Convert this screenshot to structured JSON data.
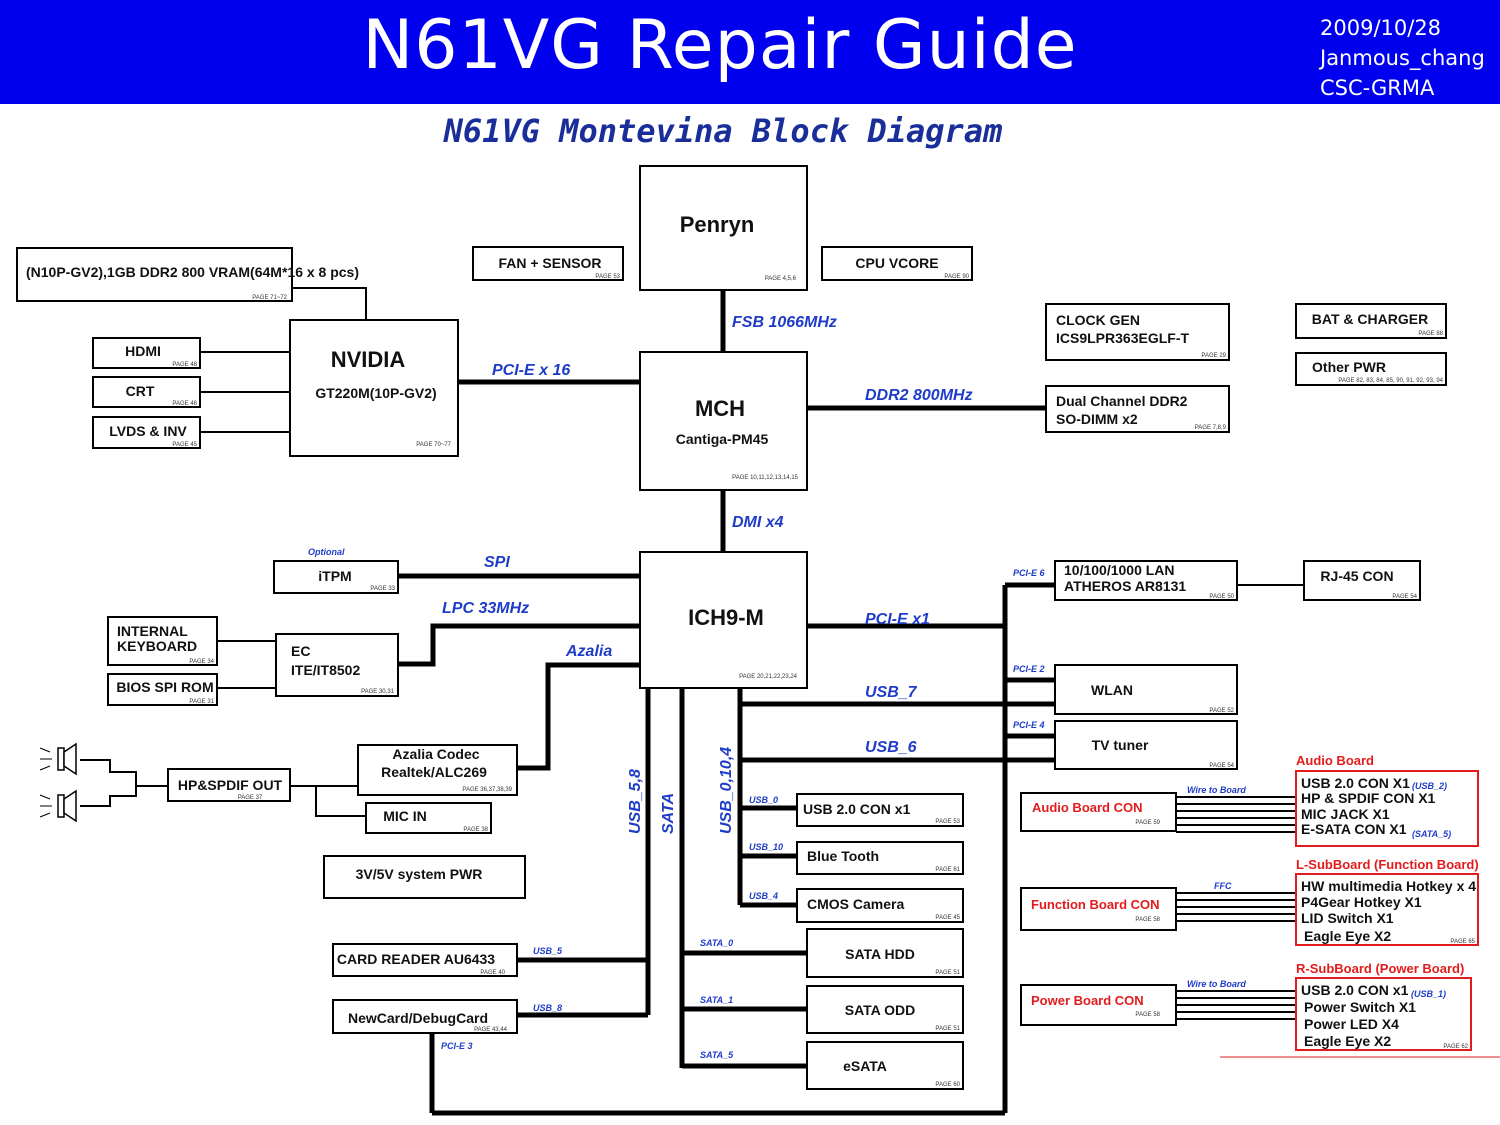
{
  "header": {
    "title": "N61VG Repair Guide",
    "date": "2009/10/28",
    "author": "Janmous_chang",
    "dept": "CSC-GRMA"
  },
  "subtitle": "N61VG Montevina Block Diagram",
  "colors": {
    "header_bg": "#0000ee",
    "bus_label": "#1f3cc8",
    "subboard": "#e21c1c"
  },
  "blocks": {
    "penryn": "Penryn",
    "fan_sensor": "FAN + SENSOR",
    "cpu_vcore": "CPU VCORE",
    "vram": "(N10P-GV2),1GB DDR2 800 VRAM(64M*16 x 8 pcs)",
    "nvidia_name": "NVIDIA",
    "nvidia_part": "GT220M(10P-GV2)",
    "hdmi": "HDMI",
    "crt": "CRT",
    "lvds": "LVDS & INV",
    "mch_name": "MCH",
    "mch_part": "Cantiga-PM45",
    "clock_gen_1": "CLOCK GEN",
    "clock_gen_2": "ICS9LPR363EGLF-T",
    "bat_charger": "BAT & CHARGER",
    "other_pwr": "Other PWR",
    "ddr2_1": "Dual Channel DDR2",
    "ddr2_2": "SO-DIMM x2",
    "ich9m": "ICH9-M",
    "optional": "Optional",
    "itpm": "iTPM",
    "internal_kb_1": "INTERNAL",
    "internal_kb_2": "KEYBOARD",
    "ec_1": "EC",
    "ec_2": "ITE/IT8502",
    "bios_rom": "BIOS SPI ROM",
    "codec_1": "Azalia Codec",
    "codec_2": "Realtek/ALC269",
    "hp_spdif_out": "HP&SPDIF OUT",
    "mic_in": "MIC IN",
    "sys_pwr": "3V/5V system PWR",
    "card_reader": "CARD READER AU6433",
    "newcard": "NewCard/DebugCard",
    "lan_1": "10/100/1000 LAN",
    "lan_2": "ATHEROS AR8131",
    "rj45": "RJ-45 CON",
    "wlan": "WLAN",
    "tv_tuner": "TV tuner",
    "usb_con": "USB 2.0 CON x1",
    "bluetooth": "Blue Tooth",
    "cmos_camera": "CMOS Camera",
    "sata_hdd": "SATA HDD",
    "sata_odd": "SATA ODD",
    "esata": "eSATA",
    "audio_board_con": "Audio Board CON",
    "function_board_con": "Function Board CON",
    "power_board_con": "Power Board CON"
  },
  "pages": {
    "fan": "PAGE 53",
    "penryn": "PAGE 4,5,6",
    "cpu_vcore": "PAGE 90",
    "vram": "PAGE 71~72",
    "hdmi": "PAGE 48",
    "crt": "PAGE 46",
    "lvds": "PAGE 45",
    "nvidia": "PAGE 70~77",
    "mch": "PAGE 10,11,12,13,14,15",
    "clock": "PAGE 29",
    "bat": "PAGE 88",
    "other_pwr": "PAGE 82, 83, 84, 85, 90, 91, 92, 93, 94",
    "ddr2": "PAGE 7,8,9",
    "ich": "PAGE 20,21,22,23,24",
    "itpm": "PAGE 33",
    "kb": "PAGE 34",
    "ec": "PAGE 30,31",
    "bios": "PAGE 31",
    "codec": "PAGE 36,37,38,39",
    "hp": "PAGE 37",
    "mic": "PAGE 38",
    "card": "PAGE 40",
    "newcard": "PAGE 43,44",
    "lan": "PAGE 50",
    "rj45": "PAGE 54",
    "wlan": "PAGE 52",
    "tv": "PAGE 54",
    "usb": "PAGE 53",
    "bt": "PAGE 61",
    "cmos": "PAGE 45",
    "hdd": "PAGE 51",
    "odd": "PAGE 51",
    "esata": "PAGE 60",
    "audio": "PAGE 59",
    "func": "PAGE 58",
    "power": "PAGE 58",
    "lsub": "PAGE 65",
    "rsub": "PAGE 62"
  },
  "buses": {
    "fsb": "FSB 1066MHz",
    "pcie16": "PCI-E x 16",
    "ddr2_800": "DDR2 800MHz",
    "dmi": "DMI x4",
    "spi": "SPI",
    "lpc": "LPC 33MHz",
    "azalia": "Azalia",
    "pcie1": "PCI-E x1",
    "usb7": "USB_7",
    "usb6": "USB_6",
    "usb58": "USB_5,8",
    "sata": "SATA",
    "usb0104": "USB_0,10,4",
    "usb0": "USB_0",
    "usb10": "USB_10",
    "usb4": "USB_4",
    "sata0": "SATA_0",
    "sata1": "SATA_1",
    "sata5": "SATA_5",
    "usb5": "USB_5",
    "usb8": "USB_8",
    "pcie3": "PCI-E 3",
    "pcie6": "PCI-E 6",
    "pcie2": "PCI-E 2",
    "pcie4": "PCI-E 4",
    "wire1": "Wire to Board",
    "ffc": "FFC",
    "wire2": "Wire to Board"
  },
  "subboards": {
    "audio_title": "Audio Board",
    "audio_items": [
      "USB 2.0 CON X1",
      "HP & SPDIF  CON X1",
      "MIC  JACK X1",
      "E-SATA CON X1"
    ],
    "audio_usb": "(USB_2)",
    "audio_sata": "(SATA_5)",
    "lsub_title": "L-SubBoard (Function Board)",
    "lsub_items": [
      "HW multimedia Hotkey x 4",
      "P4Gear Hotkey X1",
      "LID Switch X1",
      "Eagle Eye X2"
    ],
    "rsub_title": "R-SubBoard (Power Board)",
    "rsub_items": [
      "USB 2.0 CON x1",
      "Power Switch X1",
      "Power LED X4",
      "Eagle Eye X2"
    ],
    "rsub_usb": "(USB_1)"
  }
}
